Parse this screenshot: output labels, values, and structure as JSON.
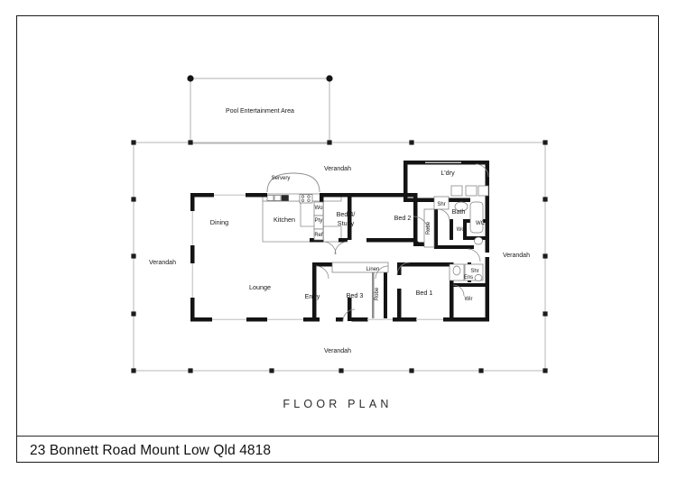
{
  "document": {
    "title": "FLOOR PLAN",
    "address": "23 Bonnett Road Mount Low Qld 4818"
  },
  "plan": {
    "outdoor": {
      "pool_area_label": "Pool Entertainment Area",
      "verandah_top": "Verandah",
      "verandah_left": "Verandah",
      "verandah_right": "Verandah",
      "verandah_bottom": "Verandah"
    },
    "rooms": [
      {
        "id": "dining",
        "label": "Dining"
      },
      {
        "id": "kitchen",
        "label": "Kitchen"
      },
      {
        "id": "servery",
        "label": "Servery"
      },
      {
        "id": "lounge",
        "label": "Lounge"
      },
      {
        "id": "entry",
        "label": "Entry"
      },
      {
        "id": "bed4study",
        "label": "Bed 4/",
        "label2": "Study"
      },
      {
        "id": "bed2",
        "label": "Bed 2"
      },
      {
        "id": "bed3",
        "label": "Bed 3"
      },
      {
        "id": "bed1",
        "label": "Bed 1"
      },
      {
        "id": "bath",
        "label": "Bath"
      },
      {
        "id": "ensuite",
        "label": "Ens"
      },
      {
        "id": "laundry",
        "label": "L'dry"
      },
      {
        "id": "wc-main",
        "label": "Wc"
      },
      {
        "id": "wc-bath",
        "label": "WC"
      },
      {
        "id": "linen",
        "label": "Linen"
      },
      {
        "id": "wir",
        "label": "Wir"
      }
    ],
    "fixtures": [
      {
        "id": "shower-bath",
        "label": "Shr"
      },
      {
        "id": "shower-ens",
        "label": "Shr"
      },
      {
        "id": "robe-bed2",
        "label": "Robe"
      },
      {
        "id": "robe-bed3",
        "label": "Robe"
      },
      {
        "id": "pantry",
        "label": "Pty"
      },
      {
        "id": "fridge",
        "label": "Ref"
      },
      {
        "id": "wall-oven",
        "label": "Wo"
      }
    ],
    "colors": {
      "wall": "#141414",
      "thin_line": "#9a9a9a",
      "boundary": "#b4b4b4",
      "marker": "#1c1c1c",
      "text": "#171717"
    }
  }
}
